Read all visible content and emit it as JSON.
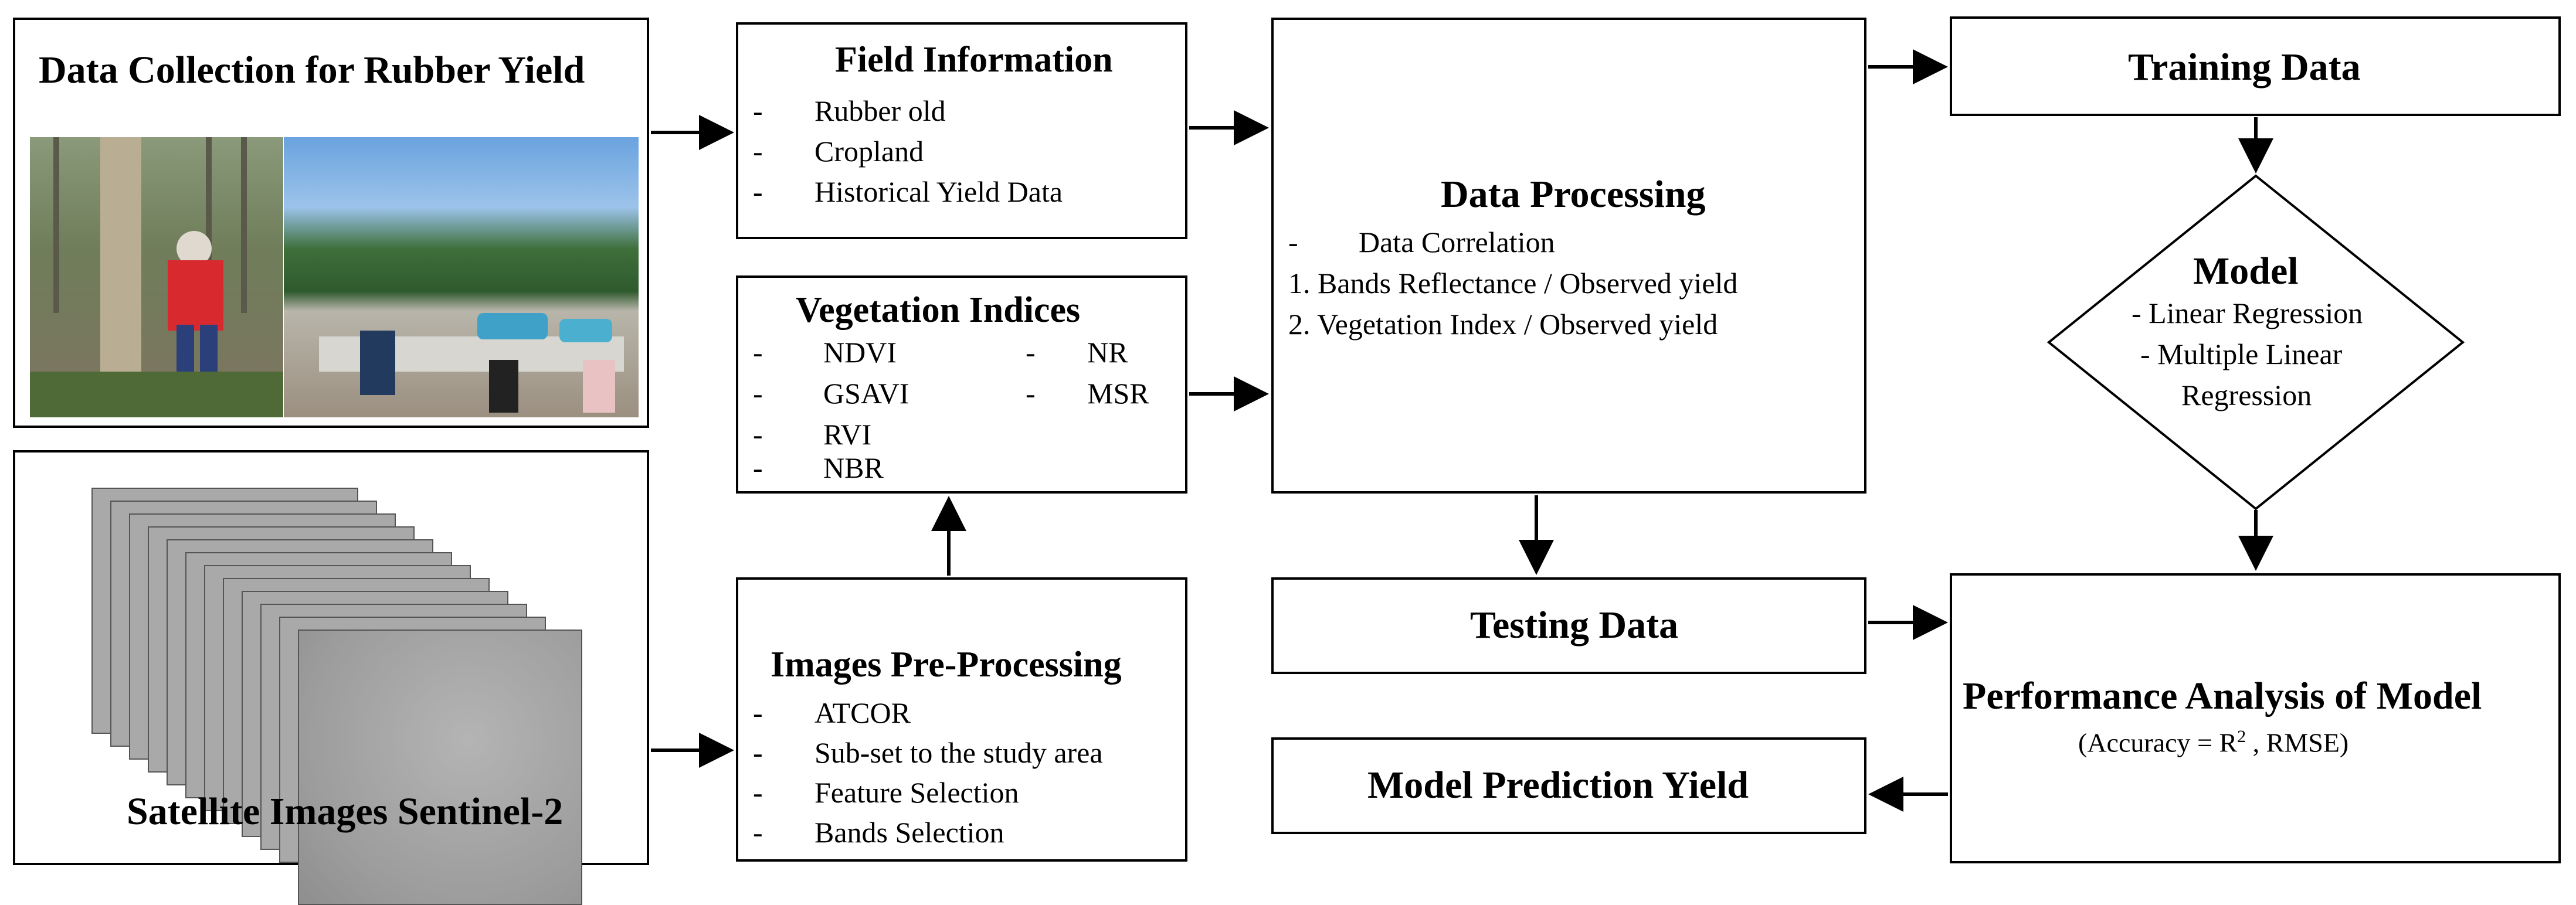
{
  "data_collection": {
    "title": "Data Collection for Rubber Yield",
    "photo_description_alt": ""
  },
  "satellite": {
    "title": "Satellite Images Sentinel-2"
  },
  "field_info": {
    "title": "Field Information",
    "items": [
      "Rubber old",
      "Cropland",
      "Historical Yield Data"
    ],
    "bullet": "-"
  },
  "vegetation": {
    "title": "Vegetation Indices",
    "items_left": [
      "NDVI",
      "GSAVI",
      "RVI",
      "NBR"
    ],
    "items_right": [
      "NR",
      "MSR"
    ],
    "bullet": "-"
  },
  "preprocessing": {
    "title": "Images Pre-Processing",
    "items": [
      "ATCOR",
      "Sub-set to the study area",
      "Feature Selection",
      "Bands Selection"
    ],
    "bullet": "-"
  },
  "data_processing": {
    "title": "Data Processing",
    "heading": "Data Correlation",
    "bullet": "-",
    "items": [
      "1. Bands Reflectance / Observed  yield",
      "2. Vegetation Index / Observed  yield"
    ]
  },
  "testing": {
    "title": "Testing Data"
  },
  "prediction": {
    "title": "Model Prediction Yield"
  },
  "training": {
    "title": "Training Data"
  },
  "model": {
    "title": "Model",
    "line1": "- Linear Regression",
    "line2": "- Multiple Linear",
    "line3": "Regression"
  },
  "performance": {
    "title": "Performance Analysis of Model",
    "subtitle_prefix": "(Accuracy = R",
    "subtitle_sup": "2",
    "subtitle_suffix": " , RMSE)"
  }
}
